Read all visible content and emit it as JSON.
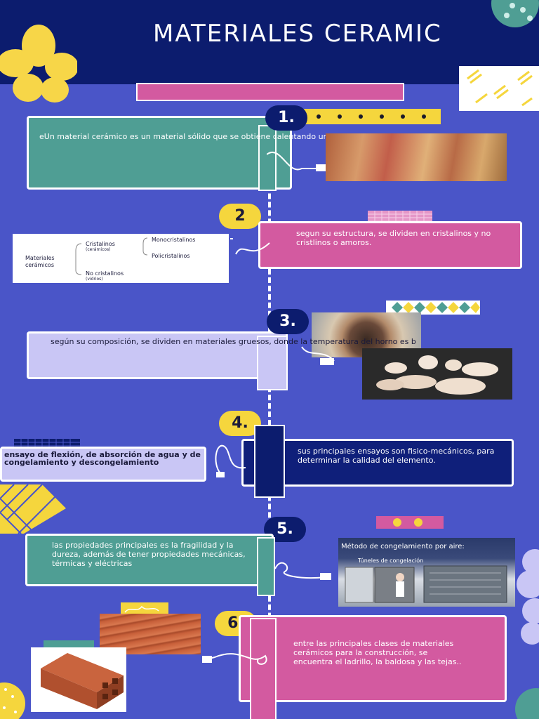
{
  "title": "MATERIALES CERAMIC",
  "steps": [
    {
      "num": "1.",
      "text": "eUn material cerámico es un material sólido que se obtiene calentando una sustancia mi"
    },
    {
      "num": "2",
      "text": "segun su estructura, se dividen en cristalinos y no cristlinos o amoros."
    },
    {
      "num": "3.",
      "text": "según su composición, se dividen en materiales gruesos, donde la temperatura del horno es b"
    },
    {
      "num": "4.",
      "text": "sus principales ensayos son fisico-mecánicos, para determinar la calidad del elemento.",
      "side_text": "ensayo de flexión, de absorción de agua y de congelamiento y descongelamiento"
    },
    {
      "num": "5.",
      "text": "las propiedades principales es la fragilidad y la dureza, además de tener propiedades mecánicas, térmicas y eléctricas"
    },
    {
      "num": "6.",
      "text": "entre las principales clases de materiales cerámicos para la construcción, se encuentra el ladrillo, la baldosa y las tejas.."
    }
  ],
  "diagram": {
    "root": "Materiales cerámicos",
    "crystalline": "Cristalinos",
    "crystalline_sub": "(cerámicos)",
    "mono": "Monocristalinos",
    "poly": "Policristalinos",
    "noncrystalline": "No cristalinos",
    "noncrystalline_sub": "(vidrios)"
  },
  "freezing_photo": {
    "title": "Método de congelamiento por aire:",
    "subtitle": "Túneles de congelación"
  },
  "colors": {
    "background": "#4a55c8",
    "header": "#0c1c6e",
    "teal": "#4f9e94",
    "pink": "#d35aa0",
    "lavender": "#c9c6f5",
    "navy": "#0f1f7a",
    "badge_yellow": "#f5d63d",
    "badge_navy": "#0c1c6e"
  }
}
